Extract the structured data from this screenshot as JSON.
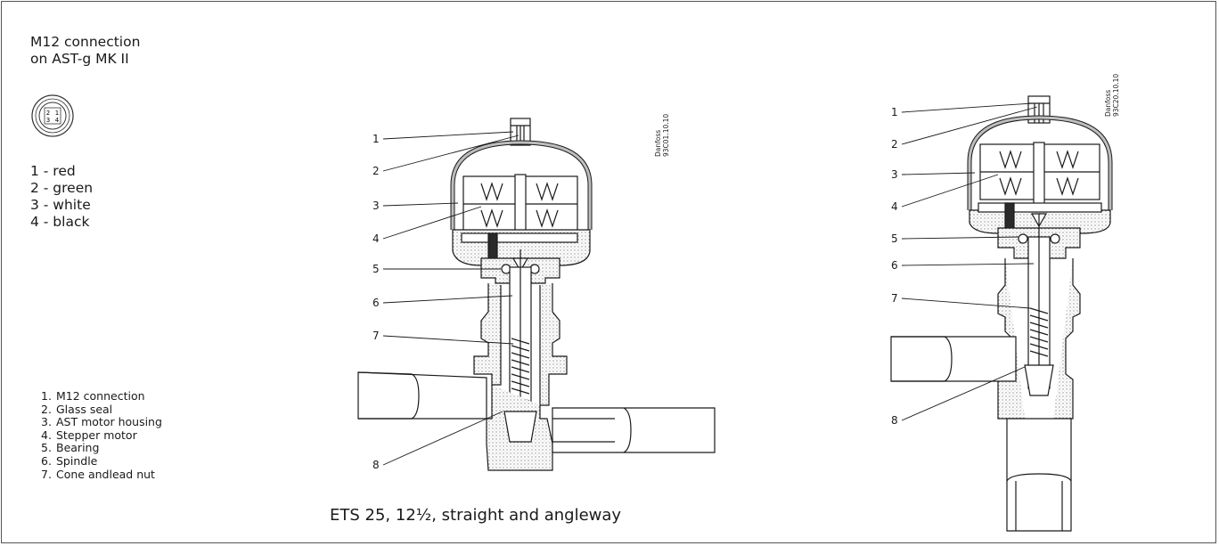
{
  "connection_title": [
    "M12 connection",
    "on AST-g MK II"
  ],
  "m12_pins": [
    "2",
    "1",
    "3",
    "4"
  ],
  "wire_colors": [
    "1 - red",
    "2 - green",
    "3 - white",
    "4 - black"
  ],
  "parts": [
    {
      "num": "1.",
      "label": "M12 connection"
    },
    {
      "num": "2.",
      "label": "Glass seal"
    },
    {
      "num": "3.",
      "label": "AST motor housing"
    },
    {
      "num": "4.",
      "label": "Stepper motor"
    },
    {
      "num": "5.",
      "label": "Bearing"
    },
    {
      "num": "6.",
      "label": "Spindle"
    },
    {
      "num": "7.",
      "label": "Cone andlead nut"
    }
  ],
  "caption": "ETS 25, 12½, straight and angleway",
  "drawing_left": {
    "code_line1": "Danfoss",
    "code_line2": "93C01.10.10",
    "callouts": [
      "1",
      "2",
      "3",
      "4",
      "5",
      "6",
      "7",
      "8"
    ]
  },
  "drawing_right": {
    "code_line1": "Danfoss",
    "code_line2": "93C20.10.10",
    "callouts": [
      "1",
      "2",
      "3",
      "4",
      "5",
      "6",
      "7",
      "8"
    ]
  },
  "colors": {
    "line": "#1a1a1a",
    "hatch": "#9a9a9a"
  }
}
